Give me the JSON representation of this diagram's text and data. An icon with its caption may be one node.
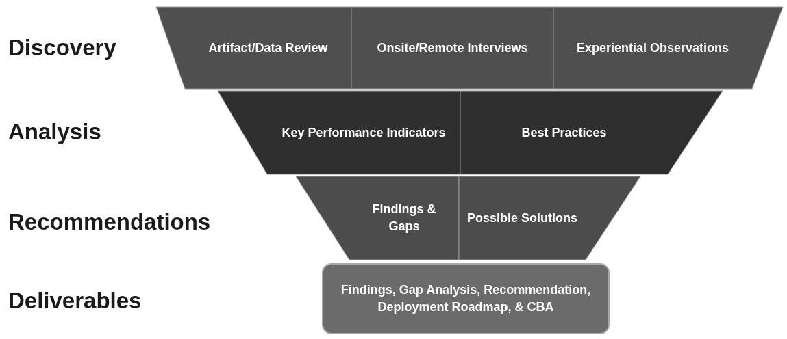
{
  "diagram": {
    "nodes": [
      {
        "text": [
          "Artifact/Data Review"
        ]
      },
      {
        "text": [
          "Onsite/Remote Interviews"
        ]
      },
      {
        "text": [
          "Experiential Observations"
        ]
      },
      {
        "text": [
          "Key Performance Indicators"
        ]
      },
      {
        "text": [
          "Best Practices"
        ]
      },
      {
        "text": [
          "Findings & Gaps"
        ]
      },
      {
        "text": [
          "Possible Solutions"
        ]
      },
      {
        "text": [
          "Findings, Gap Analysis, Recommendation, Deployment Roadmap, & CBA"
        ]
      }
    ],
    "labels": [
      "Discovery",
      "Analysis",
      "Recommendations",
      "Deliverables"
    ]
  }
}
